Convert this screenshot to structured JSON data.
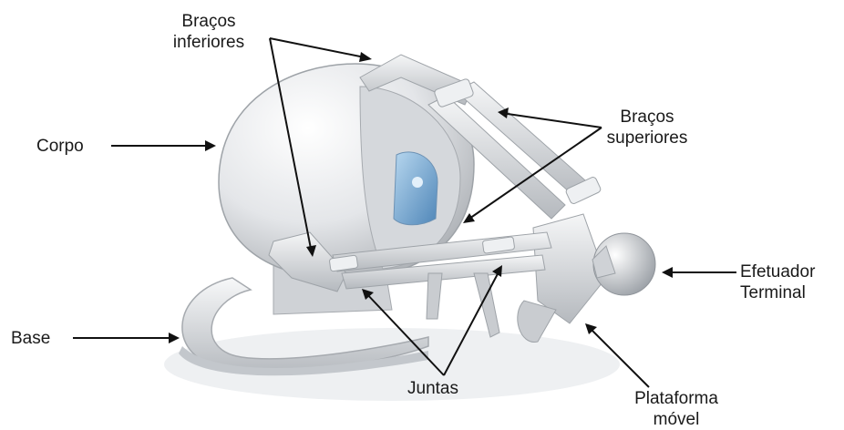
{
  "labels": {
    "bracos_inferiores": [
      "Braços",
      "inferiores"
    ],
    "bracos_superiores": [
      "Braços",
      "superiores"
    ],
    "corpo": "Corpo",
    "base": "Base",
    "juntas": "Juntas",
    "efetuador": [
      "Efetuador",
      "Terminal"
    ],
    "plataforma": [
      "Plataforma",
      "móvel"
    ]
  },
  "colors": {
    "label_text": "#1a1a1a",
    "arrow": "#111111",
    "device_body": "#e6e8ea",
    "device_shadow": "#b9bcc0",
    "screen": "#7fb0d8"
  },
  "icons": {
    "device": "haptic-robot-illustration"
  }
}
